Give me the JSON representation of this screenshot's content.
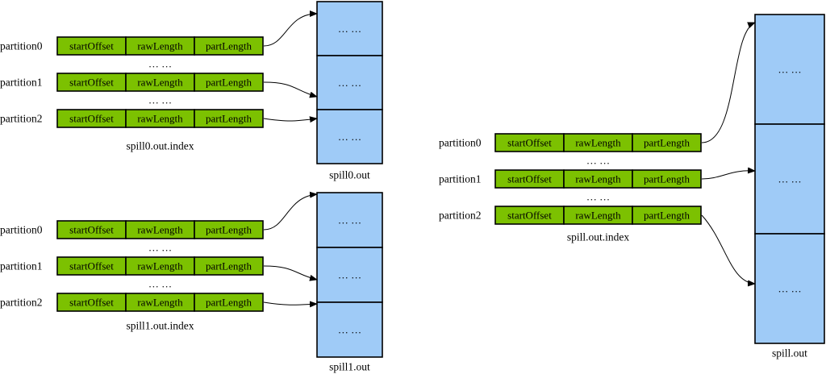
{
  "groups": [
    {
      "id": "spill0",
      "index_caption": "spill0.out.index",
      "out_caption": "spill0.out",
      "fields": [
        "startOffset",
        "rawLength",
        "partLength"
      ],
      "rows": [
        {
          "label": "partition0"
        },
        {
          "label": "partition1"
        },
        {
          "label": "partition2"
        }
      ],
      "row_gap_text": "… …",
      "block_text": "… …",
      "block_count": 3
    },
    {
      "id": "spill1",
      "index_caption": "spill1.out.index",
      "out_caption": "spill1.out",
      "fields": [
        "startOffset",
        "rawLength",
        "partLength"
      ],
      "rows": [
        {
          "label": "partition0"
        },
        {
          "label": "partition1"
        },
        {
          "label": "partition2"
        }
      ],
      "row_gap_text": "… …",
      "block_text": "… …",
      "block_count": 3
    },
    {
      "id": "spill",
      "index_caption": "spill.out.index",
      "out_caption": "spill.out",
      "fields": [
        "startOffset",
        "rawLength",
        "partLength"
      ],
      "rows": [
        {
          "label": "partition0"
        },
        {
          "label": "partition1"
        },
        {
          "label": "partition2"
        }
      ],
      "row_gap_text": "… …",
      "block_text": "… …",
      "block_count": 3
    }
  ],
  "colors": {
    "field_fill": "#7cc101",
    "block_fill": "#9fcbf7",
    "stroke": "#000000"
  }
}
